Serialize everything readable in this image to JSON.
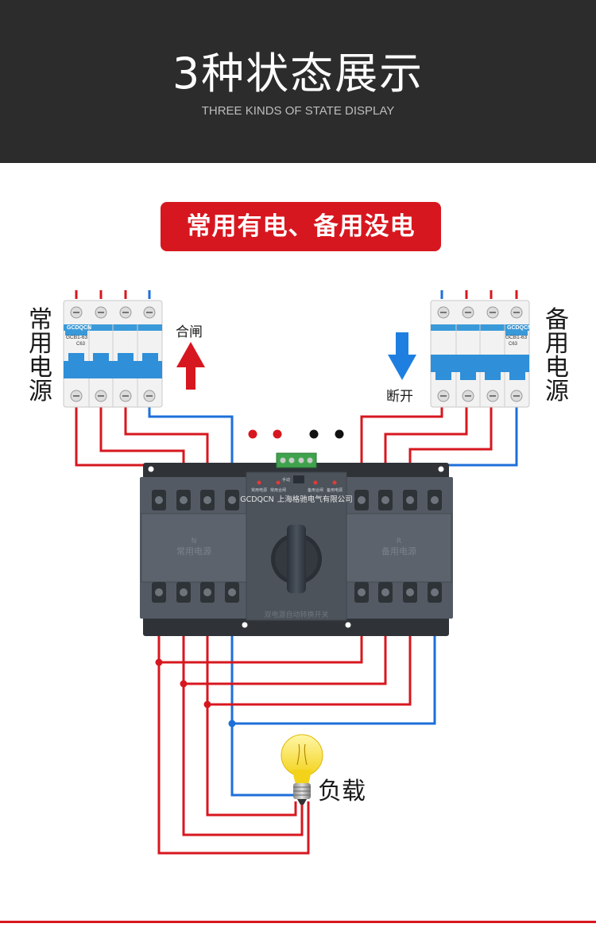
{
  "header": {
    "title": "3种状态展示",
    "subtitle": "THREE KINDS OF STATE DISPLAY"
  },
  "state_label": "常用有电、备用没电",
  "left_source": {
    "label": "常用电源",
    "breaker_brand": "GCDQCN",
    "breaker_model": "GCB1-63",
    "breaker_rating": "C63",
    "action": "合闸"
  },
  "right_source": {
    "label": "备用电源",
    "breaker_brand": "GCDQCN",
    "breaker_model": "GCB1-63",
    "breaker_rating": "C63",
    "action": "断开"
  },
  "switch": {
    "brand": "GCDQCN",
    "company": "上海格驰电气有限公司",
    "indicators": [
      "常用电源",
      "常用合闸",
      "备用合闸",
      "备用电源"
    ],
    "mode_label": "手动",
    "left_module": "常用电源",
    "right_module": "备用电源",
    "left_module_letter": "N",
    "right_module_letter": "R",
    "front_plate": "双电源自动转换开关"
  },
  "status_dots": [
    "red",
    "red",
    "black",
    "black"
  ],
  "load_label": "负载",
  "colors": {
    "live": "#d7171f",
    "neutral": "#1e6fd9",
    "header_bg": "#2c2c2c",
    "arrow_up": "#d7171f",
    "arrow_down": "#1e7fe0"
  }
}
